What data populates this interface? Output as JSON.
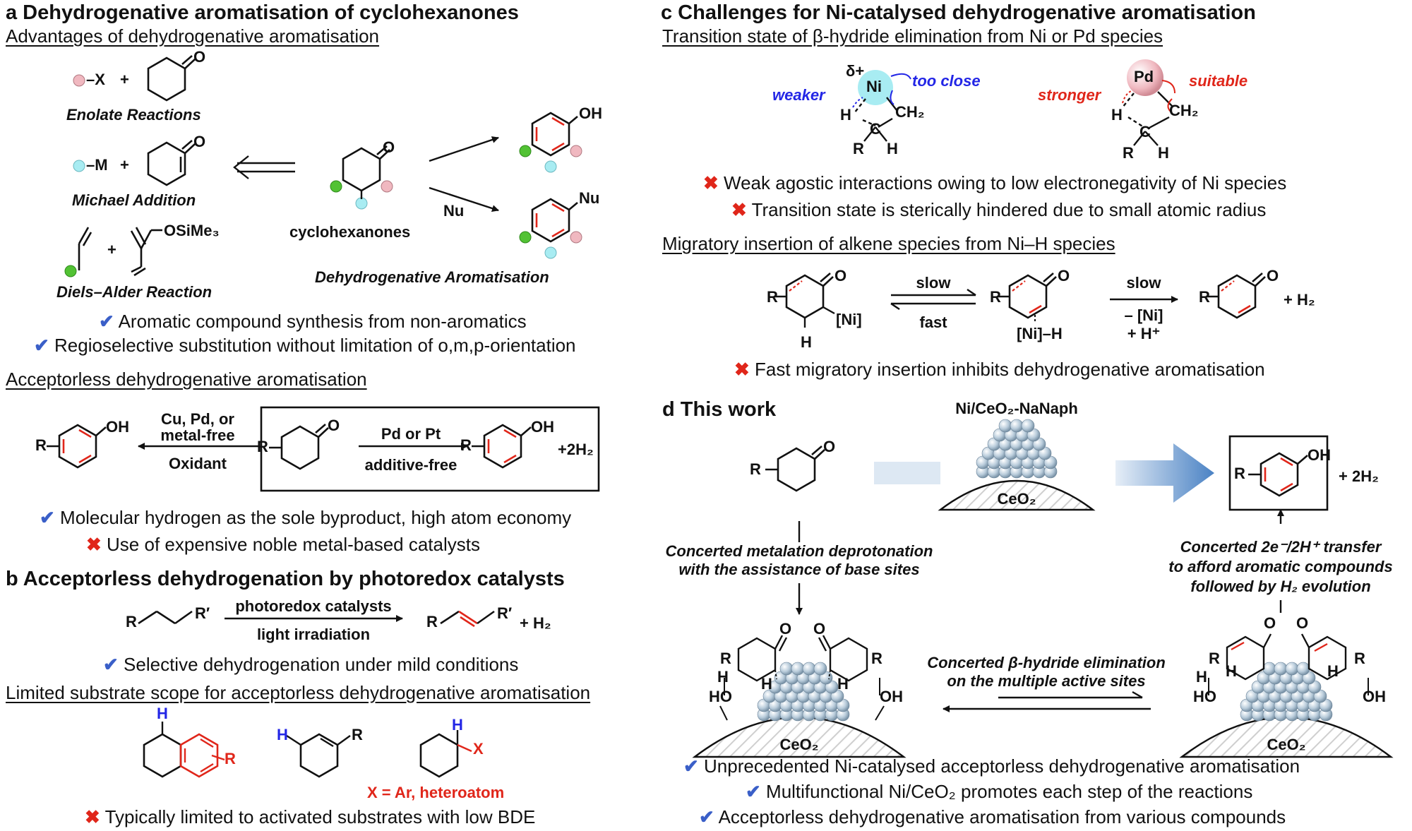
{
  "panel_a": {
    "heading": "a Dehydrogenative aromatisation of cyclohexanones",
    "subheading": "Advantages of dehydrogenative aromatisation",
    "reactions": [
      "Enolate Reactions",
      "Michael Addition",
      "Diels–Alder Reaction"
    ],
    "reagent_x": "–X",
    "reagent_m": "–M",
    "plus": "+",
    "otms": "OSiMe₃",
    "cyclohexanones": "cyclohexanones",
    "process": "Dehydrogenative Aromatisation",
    "nu_arrow": "Nu",
    "oh": "OH",
    "nu": "Nu",
    "o": "O",
    "benefits": [
      "Aromatic compound synthesis from non-aromatics",
      "Regioselective substitution without limitation of o,m,p-orientation"
    ],
    "acceptorless_heading": "Acceptorless dehydrogenative aromatisation",
    "left_conditions": [
      "Cu, Pd, or",
      "metal-free"
    ],
    "oxidant": "Oxidant",
    "right_conditions": [
      "Pd or Pt",
      "additive-free"
    ],
    "r": "R",
    "h2_product": "+2H₂",
    "pros": [
      "Molecular hydrogen as the sole byproduct, high atom economy"
    ],
    "cons": [
      "Use of expensive noble metal-based catalysts"
    ]
  },
  "panel_b": {
    "heading": "b Acceptorless dehydrogenation by photoredox catalysts",
    "r": "R",
    "r_prime": "R′",
    "conditions": [
      "photoredox catalysts",
      "light irradiation"
    ],
    "h2_product": "+ H₂",
    "pros": [
      "Selective dehydrogenation under mild conditions"
    ],
    "limited_heading": "Limited substrate scope for acceptorless dehydrogenative aromatisation",
    "h": "H",
    "x_note": "X = Ar, heteroatom",
    "x": "X",
    "cons": [
      "Typically limited to activated substrates with low BDE"
    ]
  },
  "panel_c": {
    "heading": "c Challenges for Ni-catalysed dehydrogenative aromatisation",
    "ts_heading": "Transition state of β-hydride elimination from Ni or Pd species",
    "ni": "Ni",
    "pd": "Pd",
    "delta": "δ+",
    "weaker": "weaker",
    "too_close": "too close",
    "stronger": "stronger",
    "suitable": "suitable",
    "h": "H",
    "ch2": "CH₂",
    "c": "C",
    "r": "R",
    "cons_ts": [
      "Weak agostic interactions owing to low electronegativity of Ni species",
      "Transition state is sterically hindered due to small atomic radius"
    ],
    "mi_heading": "Migratory insertion of alkene species from Ni–H species",
    "ni_label": "[Ni]",
    "nih_label": "[Ni]–H",
    "slow": "slow",
    "fast": "fast",
    "minus_ni": "– [Ni]",
    "plus_h": "+ H⁺",
    "h2_product": "+  H₂",
    "o": "O",
    "cons_mi": [
      "Fast migratory insertion inhibits dehydrogenative aromatisation"
    ]
  },
  "panel_d": {
    "heading": "d This work",
    "catalyst": "Ni/CeO₂-NaNaph",
    "support": "CeO₂",
    "r": "R",
    "o": "O",
    "oh": "OH",
    "h": "H",
    "ho": "HO",
    "h2_product": "+  2H₂",
    "step1": [
      "Concerted metalation deprotonation",
      "with the assistance of base sites"
    ],
    "step2": [
      "Concerted 2e⁻/2H⁺ transfer",
      "to afford aromatic compounds",
      "followed by H₂ evolution"
    ],
    "step3": [
      "Concerted β-hydride elimination",
      "on the multiple active sites"
    ],
    "pros": [
      "Unprecedented Ni-catalysed acceptorless dehydrogenative aromatisation",
      "Multifunctional Ni/CeO₂ promotes each step of the reactions",
      "Acceptorless dehydrogenative aromatisation from various compounds"
    ]
  },
  "marks": {
    "check": "✔",
    "cross": "✖",
    "arrow_icon": "arrow-icon"
  },
  "colors": {
    "check": "#3a5fc8",
    "cross": "#e0261a",
    "green_atom": "#52c234",
    "cyan_atom": "#a8ecf2",
    "pink_atom": "#f0b8c0",
    "ni_halo": "#a8ecf2",
    "pd_sphere": "#f0b8c0",
    "arrow_blue": "#4a82c4",
    "nano": "#b9ccdb"
  }
}
